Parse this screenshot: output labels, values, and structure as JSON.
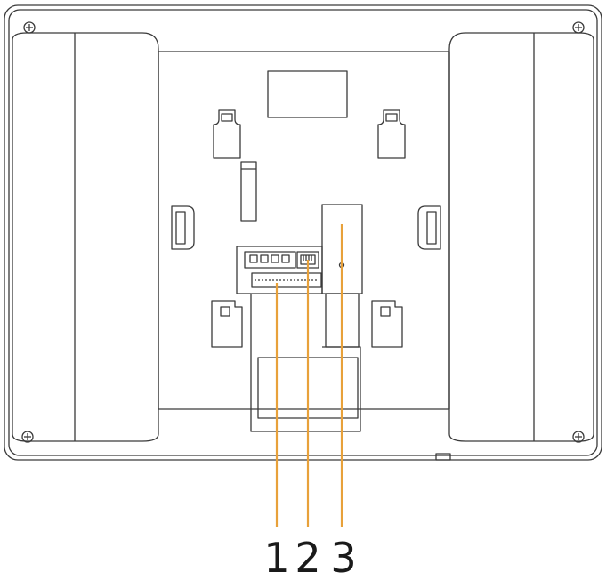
{
  "callouts": [
    {
      "number": "1",
      "target": "terminal-block-connector"
    },
    {
      "number": "2",
      "target": "network-port"
    },
    {
      "number": "3",
      "target": "bracket-slot"
    }
  ],
  "colors": {
    "line_art": "#3a3a3a",
    "leader": "#e8a13a",
    "text": "#1a1a1a",
    "background": "#ffffff"
  }
}
